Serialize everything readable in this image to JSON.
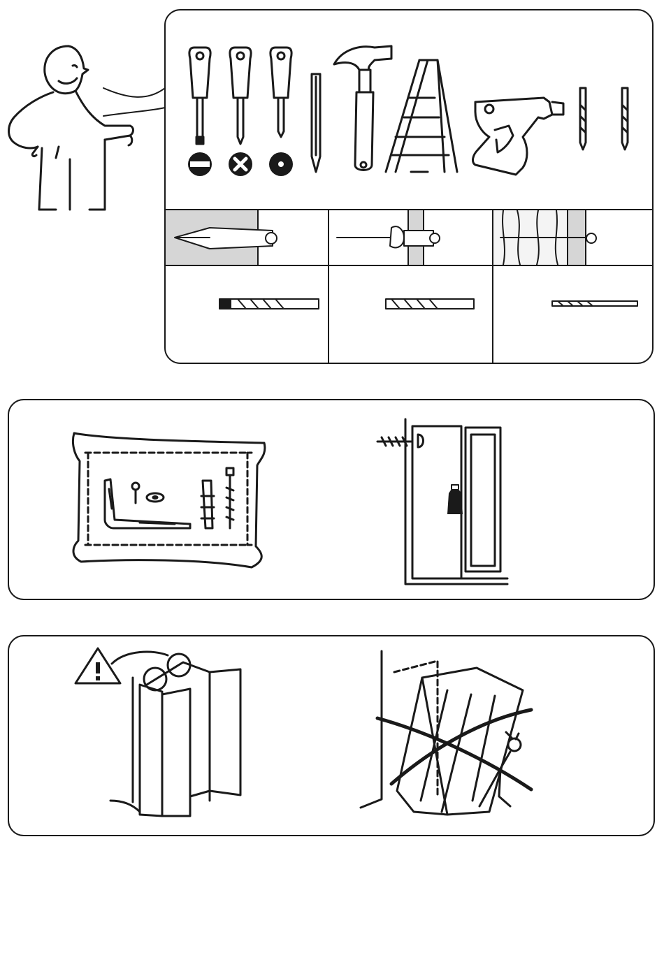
{
  "page": {
    "tools": [
      "flat-screwdriver",
      "phillips-screwdriver",
      "pozidriv-screwdriver",
      "pencil",
      "hammer",
      "step-ladder",
      "power-drill",
      "drill-bit",
      "drill-bit"
    ],
    "tool_tips": [
      "slot",
      "cross",
      "round"
    ],
    "wall_types": [
      "concrete",
      "plasterboard",
      "wood"
    ],
    "drill_bits": [
      "masonry",
      "masonry",
      "wood"
    ]
  },
  "colors": {
    "ink": "#1a1a1a",
    "paper": "#ffffff",
    "concrete": "#d8d8d8",
    "bit": "#bdbdbd"
  }
}
